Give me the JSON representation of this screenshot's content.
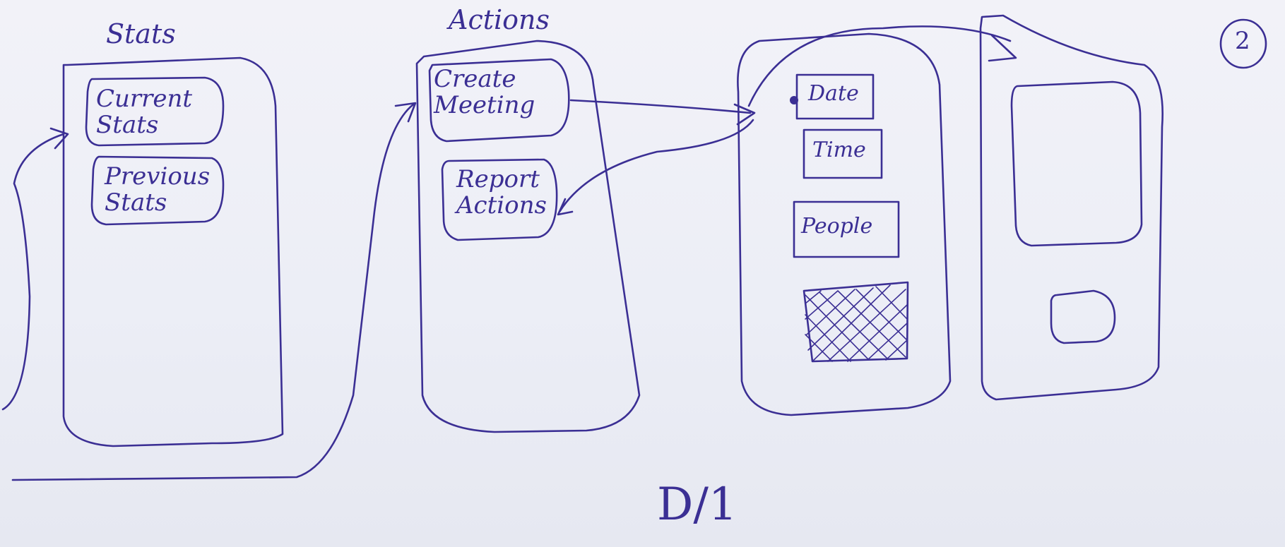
{
  "screens": {
    "stats": {
      "title": "Stats",
      "buttons": [
        "Current\nStats",
        "Previous\nStats"
      ]
    },
    "actions": {
      "title": "Actions",
      "buttons": [
        "Create\nMeeting",
        "Report\nActions"
      ]
    },
    "meeting_form": {
      "fields": [
        "Date",
        "Time",
        "People"
      ]
    }
  },
  "sheet_label": "D/1",
  "page_number": "2",
  "colors": {
    "ink": "#3b2f94",
    "paper": "#eef0f7"
  }
}
